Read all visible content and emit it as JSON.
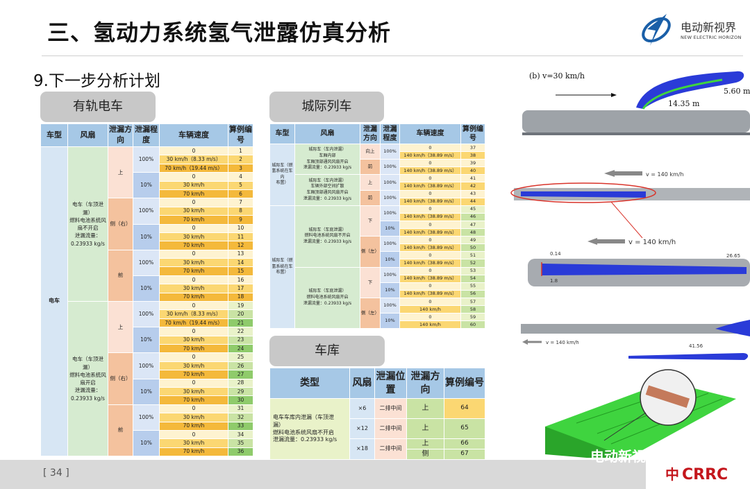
{
  "slide": {
    "title": "三、氢动力系统氢气泄露仿真分析",
    "subtitle": "9.下一步分析计划",
    "page_number": "34",
    "watermark": "电动新视界",
    "logo_cn": "电动新视界",
    "logo_en": "NEW ELECTRIC HORIZON",
    "crrc_logo": "CRRC"
  },
  "tram": {
    "tab_label": "有轨电车",
    "headers": [
      "车型",
      "风扇",
      "泄漏方向",
      "泄漏程度",
      "车辆速度",
      "算例编号"
    ],
    "vehicle": "电车",
    "fan_groups": [
      {
        "lines": [
          "电车（车顶泄",
          "漏）",
          "燃料电池系统风",
          "扇不开启"
        ],
        "flow": "泄漏流量：",
        "flow_value": "0.23933 kg/s"
      },
      {
        "lines": [
          "电车（车顶泄",
          "漏）",
          "燃料电池系统风",
          "扇开启"
        ],
        "flow": "泄漏流量：",
        "flow_value": "0.23933 kg/s"
      }
    ],
    "directions": [
      "上",
      "侧（右）",
      "前",
      "上",
      "侧（右）",
      "前"
    ],
    "degrees": [
      "100%",
      "10%"
    ],
    "speeds_full": [
      "0",
      "30 km/h（8.33 m/s）",
      "70 km/h（19.44 m/s）"
    ],
    "speeds_short": [
      "0",
      "30 km/h",
      "70 km/h"
    ],
    "ids": [
      "1",
      "2",
      "3",
      "4",
      "5",
      "6",
      "7",
      "8",
      "9",
      "10",
      "11",
      "12",
      "13",
      "14",
      "15",
      "16",
      "17",
      "18",
      "19",
      "20",
      "21",
      "22",
      "23",
      "24",
      "25",
      "26",
      "27",
      "28",
      "29",
      "30",
      "31",
      "32",
      "33",
      "34",
      "35",
      "36"
    ]
  },
  "intercity": {
    "tab_label": "城际列车",
    "headers": [
      "车型",
      "风扇",
      "泄漏方向",
      "泄漏程度",
      "车辆速度",
      "算例编号"
    ],
    "vehicles": [
      {
        "lines": [
          "城际车（燃",
          "氢系统在车内",
          "布置）"
        ]
      },
      {
        "lines": [
          "城际车（燃",
          "氢系统在车",
          "布置）"
        ]
      }
    ],
    "fans": [
      {
        "lines": [
          "城际车（车内泄漏）",
          "车厢内部",
          "车厢顶部通风风扇开启",
          "泄漏流量：0.23933 kg/s"
        ]
      },
      {
        "lines": [
          "城际车（车内泄漏）",
          "车辆外部空间扩散",
          "车厢顶部通风风扇开启",
          "泄漏流量：0.23933 kg/s"
        ]
      },
      {
        "lines": [
          "城际车（车底泄漏）",
          "燃料电池系统风扇不开启",
          "泄漏流量：0.23933 kg/s"
        ]
      },
      {
        "lines": [
          "城际车（车底泄漏）",
          "燃料电池系统风扇开启",
          "泄漏流量：0.23933 kg/s"
        ]
      }
    ],
    "directions": [
      "向上",
      "前",
      "上",
      "前",
      "下",
      "侧（左）",
      "下",
      "侧（左）"
    ],
    "degree_100": "100%",
    "degree_10": "10%",
    "speeds": [
      "0",
      "140 km/h（38.89 m/s）",
      "140 km/h"
    ],
    "ids": [
      "37",
      "38",
      "39",
      "40",
      "41",
      "42",
      "43",
      "44",
      "45",
      "46",
      "47",
      "48",
      "49",
      "50",
      "51",
      "52",
      "53",
      "54",
      "55",
      "56",
      "57",
      "58",
      "59",
      "60"
    ]
  },
  "garage": {
    "tab_label": "车库",
    "headers": [
      "类型",
      "风扇",
      "泄漏位置",
      "泄漏方向",
      "算例编号"
    ],
    "type_lines": [
      "电车车库内泄漏（车顶泄",
      "漏）",
      "燃料电池系统风扇不开启",
      "泄漏流量：0.23933 kg/s"
    ],
    "rows": [
      {
        "fan": "×6",
        "position": "二排中间",
        "direction": "上",
        "id": "64"
      },
      {
        "fan": "×12",
        "position": "二排中间",
        "direction": "上",
        "id": "65"
      },
      {
        "fan": "×18",
        "position": "二排中间",
        "direction": "上",
        "id": "66"
      },
      {
        "direction": "侧",
        "id": "67"
      }
    ]
  },
  "images": {
    "panel_b_label": "(b) v=30 km/h",
    "dim1": "14.35 m",
    "dim2": "5.60 m",
    "speed_label": "v = 140 km/h",
    "val_a": "0.14",
    "val_b": "26.65",
    "val_c": "1.8",
    "val_d": "41.56",
    "colors": {
      "cfd_blue": "#2a3bd8",
      "cfd_green": "#3fd43f",
      "train_gray": "#9ea3a8",
      "ellipse_red": "#d9342b"
    }
  }
}
